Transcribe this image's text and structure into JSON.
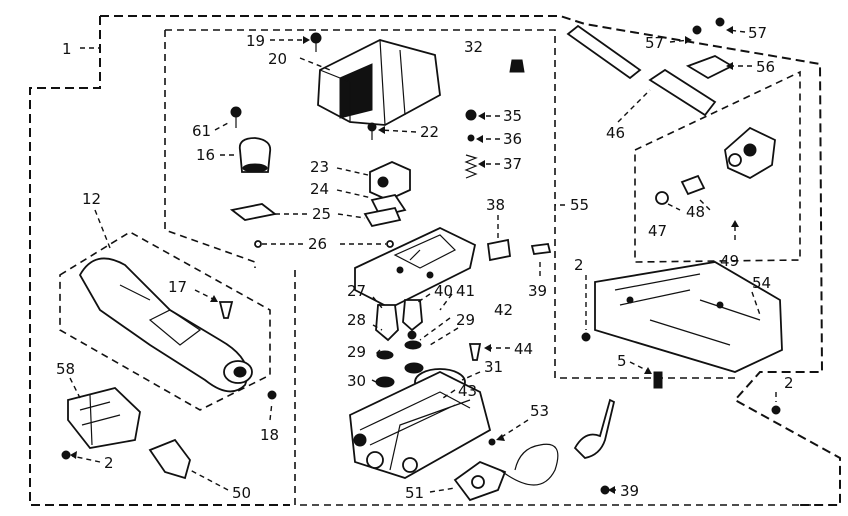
{
  "diagram": {
    "callouts": [
      {
        "id": "c1",
        "text": "1"
      },
      {
        "id": "c19",
        "text": "19"
      },
      {
        "id": "c20",
        "text": "20"
      },
      {
        "id": "c32",
        "text": "32"
      },
      {
        "id": "c57a",
        "text": "57"
      },
      {
        "id": "c57b",
        "text": "57"
      },
      {
        "id": "c56",
        "text": "56"
      },
      {
        "id": "c61",
        "text": "61"
      },
      {
        "id": "c16",
        "text": "16"
      },
      {
        "id": "c22",
        "text": "22"
      },
      {
        "id": "c35",
        "text": "35"
      },
      {
        "id": "c36",
        "text": "36"
      },
      {
        "id": "c37",
        "text": "37"
      },
      {
        "id": "c46",
        "text": "46"
      },
      {
        "id": "c23",
        "text": "23"
      },
      {
        "id": "c24",
        "text": "24"
      },
      {
        "id": "c25",
        "text": "25"
      },
      {
        "id": "c26",
        "text": "26"
      },
      {
        "id": "c38",
        "text": "38"
      },
      {
        "id": "c55",
        "text": "55"
      },
      {
        "id": "c47",
        "text": "47"
      },
      {
        "id": "c48",
        "text": "48"
      },
      {
        "id": "c49",
        "text": "49"
      },
      {
        "id": "c12",
        "text": "12"
      },
      {
        "id": "c17",
        "text": "17"
      },
      {
        "id": "c27",
        "text": "27"
      },
      {
        "id": "c40",
        "text": "40"
      },
      {
        "id": "c41",
        "text": "41"
      },
      {
        "id": "c39a",
        "text": "39"
      },
      {
        "id": "c2a",
        "text": "2"
      },
      {
        "id": "c54",
        "text": "54"
      },
      {
        "id": "c28",
        "text": "28"
      },
      {
        "id": "c29a",
        "text": "29"
      },
      {
        "id": "c42",
        "text": "42"
      },
      {
        "id": "c29b",
        "text": "29"
      },
      {
        "id": "c44",
        "text": "44"
      },
      {
        "id": "c30",
        "text": "30"
      },
      {
        "id": "c31",
        "text": "31"
      },
      {
        "id": "c5",
        "text": "5"
      },
      {
        "id": "c2b",
        "text": "2"
      },
      {
        "id": "c58",
        "text": "58"
      },
      {
        "id": "c43",
        "text": "43"
      },
      {
        "id": "c18",
        "text": "18"
      },
      {
        "id": "c53",
        "text": "53"
      },
      {
        "id": "c2c",
        "text": "2"
      },
      {
        "id": "c50",
        "text": "50"
      },
      {
        "id": "c51",
        "text": "51"
      },
      {
        "id": "c39b",
        "text": "39"
      }
    ]
  }
}
